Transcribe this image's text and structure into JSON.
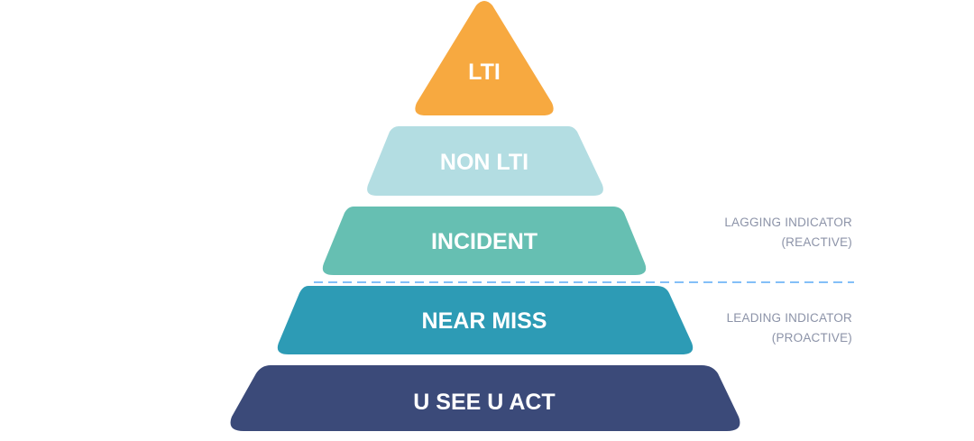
{
  "tiers": [
    {
      "label": "LTI",
      "color": "#f7a940"
    },
    {
      "label": "NON LTI",
      "color": "#b3dde2"
    },
    {
      "label": "INCIDENT",
      "color": "#66bfb2"
    },
    {
      "label": "NEAR MISS",
      "color": "#2d9bb5"
    },
    {
      "label": "U SEE U ACT",
      "color": "#3b4a79"
    }
  ],
  "divider": {
    "color": "#5aaaf5"
  },
  "lagging": {
    "line1": "LAGGING INDICATOR",
    "line2": "(REACTIVE)"
  },
  "leading": {
    "line1": "LEADING INDICATOR",
    "line2": "(PROACTIVE)"
  }
}
